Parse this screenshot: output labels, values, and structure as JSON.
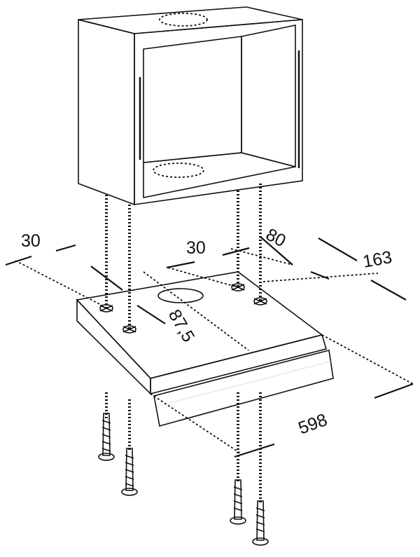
{
  "dimensions": {
    "left_30": "30",
    "mid_30": "30",
    "d80": "80",
    "d163": "163",
    "d87_5": "87,5",
    "d598": "598"
  },
  "colors": {
    "outline": "#111111",
    "cabinet_face": "#e2e2e2",
    "cabinet_inner": "#c9c9c9",
    "hood_top": "#bdbdbd",
    "hood_front": "#9a9a9a"
  },
  "icons": {
    "screw": "screw-icon",
    "mount_hole": "mount-hole-icon"
  }
}
